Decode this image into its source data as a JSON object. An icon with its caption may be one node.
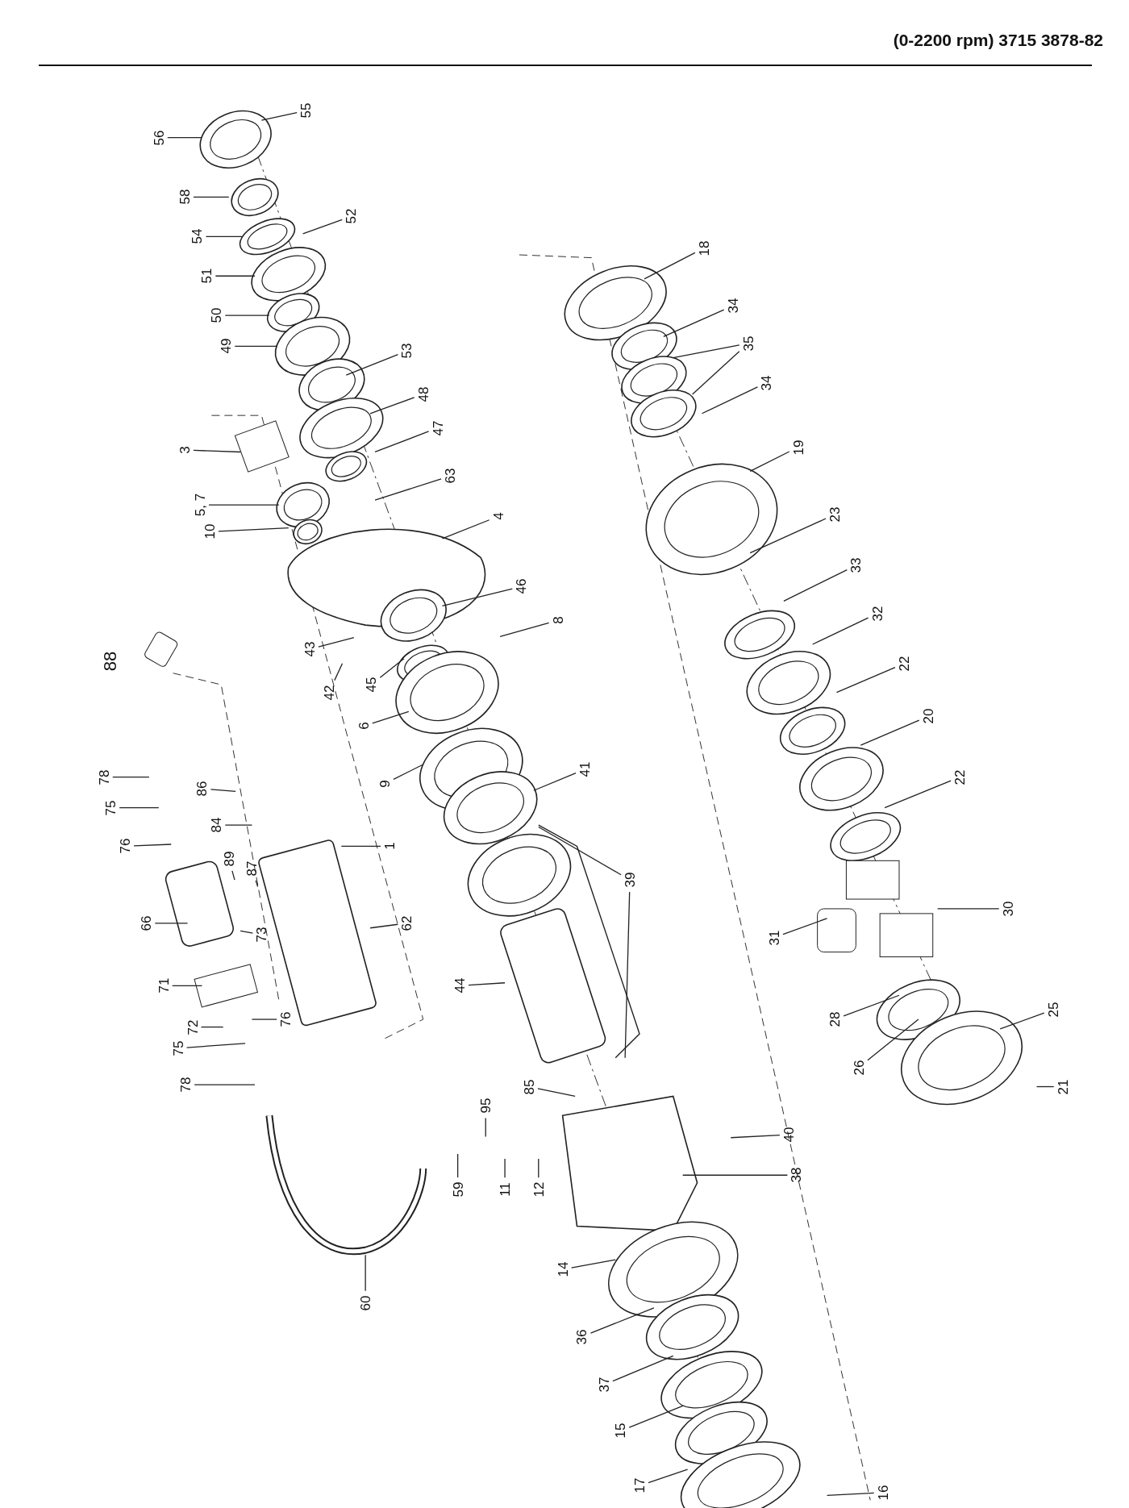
{
  "diagram": {
    "title": "(0-2200 rpm) 3715 3878-82",
    "nodes": [
      {
        "text": [
          "55"
        ]
      },
      {
        "text": [
          "56"
        ]
      },
      {
        "text": [
          "58"
        ]
      },
      {
        "text": [
          "52"
        ]
      },
      {
        "text": [
          "54"
        ]
      },
      {
        "text": [
          "51"
        ]
      },
      {
        "text": [
          "50"
        ]
      },
      {
        "text": [
          "49"
        ]
      },
      {
        "text": [
          "53"
        ]
      },
      {
        "text": [
          "48"
        ]
      },
      {
        "text": [
          "3"
        ]
      },
      {
        "text": [
          "47"
        ]
      },
      {
        "text": [
          "5, 7"
        ]
      },
      {
        "text": [
          "63"
        ]
      },
      {
        "text": [
          "10"
        ]
      },
      {
        "text": [
          "4"
        ]
      },
      {
        "text": [
          "46"
        ]
      },
      {
        "text": [
          "8"
        ]
      },
      {
        "text": [
          "43"
        ]
      },
      {
        "text": [
          "42"
        ]
      },
      {
        "text": [
          "45"
        ]
      },
      {
        "text": [
          "6"
        ]
      },
      {
        "text": [
          "9"
        ]
      },
      {
        "text": [
          "41"
        ]
      },
      {
        "text": [
          "78"
        ]
      },
      {
        "text": [
          "86"
        ]
      },
      {
        "text": [
          "75"
        ]
      },
      {
        "text": [
          "84"
        ]
      },
      {
        "text": [
          "1"
        ]
      },
      {
        "text": [
          "76"
        ]
      },
      {
        "text": [
          "89"
        ]
      },
      {
        "text": [
          "87"
        ]
      },
      {
        "text": [
          "39"
        ]
      },
      {
        "text": [
          "66"
        ]
      },
      {
        "text": [
          "62"
        ]
      },
      {
        "text": [
          "73"
        ]
      },
      {
        "text": [
          "30"
        ]
      },
      {
        "text": [
          "31"
        ]
      },
      {
        "text": [
          "71"
        ]
      },
      {
        "text": [
          "44"
        ]
      },
      {
        "text": [
          "28"
        ]
      },
      {
        "text": [
          "72"
        ]
      },
      {
        "text": [
          "76"
        ]
      },
      {
        "text": [
          "25"
        ]
      },
      {
        "text": [
          "75"
        ]
      },
      {
        "text": [
          "26"
        ]
      },
      {
        "text": [
          "21"
        ]
      },
      {
        "text": [
          "78"
        ]
      },
      {
        "text": [
          "85"
        ]
      },
      {
        "text": [
          "95"
        ]
      },
      {
        "text": [
          "40"
        ]
      },
      {
        "text": [
          "59"
        ]
      },
      {
        "text": [
          "11"
        ]
      },
      {
        "text": [
          "12"
        ]
      },
      {
        "text": [
          "38"
        ]
      },
      {
        "text": [
          "60"
        ]
      },
      {
        "text": [
          "14"
        ]
      },
      {
        "text": [
          "36"
        ]
      },
      {
        "text": [
          "37"
        ]
      },
      {
        "text": [
          "15"
        ]
      },
      {
        "text": [
          "17"
        ]
      },
      {
        "text": [
          "16"
        ]
      },
      {
        "text": [
          "18"
        ]
      },
      {
        "text": [
          "34"
        ]
      },
      {
        "text": [
          "35"
        ]
      },
      {
        "text": [
          "34"
        ]
      },
      {
        "text": [
          "19"
        ]
      },
      {
        "text": [
          "23"
        ]
      },
      {
        "text": [
          "33"
        ]
      },
      {
        "text": [
          "32"
        ]
      },
      {
        "text": [
          "22"
        ]
      },
      {
        "text": [
          "20"
        ]
      },
      {
        "text": [
          "22"
        ]
      }
    ],
    "edges": [
      {
        "from": 0,
        "to": null,
        "arrow": "none"
      },
      {
        "from": 1,
        "to": null,
        "arrow": "none"
      },
      {
        "from": 2,
        "to": null,
        "arrow": "none"
      },
      {
        "from": 3,
        "to": null,
        "arrow": "none"
      },
      {
        "from": 4,
        "to": null,
        "arrow": "none"
      },
      {
        "from": 5,
        "to": null,
        "arrow": "none"
      },
      {
        "from": 6,
        "to": null,
        "arrow": "none"
      },
      {
        "from": 7,
        "to": null,
        "arrow": "none"
      },
      {
        "from": 8,
        "to": null,
        "arrow": "none"
      },
      {
        "from": 9,
        "to": null,
        "arrow": "none"
      },
      {
        "from": 10,
        "to": null,
        "arrow": "none"
      },
      {
        "from": 11,
        "to": null,
        "arrow": "none"
      },
      {
        "from": 12,
        "to": null,
        "arrow": "none"
      },
      {
        "from": 13,
        "to": null,
        "arrow": "none"
      },
      {
        "from": 14,
        "to": null,
        "arrow": "none"
      },
      {
        "from": 15,
        "to": null,
        "arrow": "none"
      },
      {
        "from": 16,
        "to": null,
        "arrow": "none"
      },
      {
        "from": 17,
        "to": null,
        "arrow": "none"
      },
      {
        "from": 18,
        "to": null,
        "arrow": "none"
      },
      {
        "from": 19,
        "to": null,
        "arrow": "none"
      },
      {
        "from": 20,
        "to": null,
        "arrow": "none"
      },
      {
        "from": 21,
        "to": null,
        "arrow": "none"
      },
      {
        "from": 22,
        "to": null,
        "arrow": "none"
      },
      {
        "from": 23,
        "to": null,
        "arrow": "none"
      },
      {
        "from": 24,
        "to": null,
        "arrow": "none"
      },
      {
        "from": 25,
        "to": null,
        "arrow": "none"
      },
      {
        "from": 26,
        "to": null,
        "arrow": "none"
      },
      {
        "from": 27,
        "to": null,
        "arrow": "none"
      },
      {
        "from": 28,
        "to": null,
        "arrow": "none"
      },
      {
        "from": 29,
        "to": null,
        "arrow": "none"
      },
      {
        "from": 30,
        "to": null,
        "arrow": "none"
      },
      {
        "from": 31,
        "to": null,
        "arrow": "none"
      },
      {
        "from": 32,
        "to": null,
        "arrow": "none"
      },
      {
        "from": 32,
        "to": null,
        "arrow": "none"
      },
      {
        "from": 33,
        "to": null,
        "arrow": "none"
      },
      {
        "from": 34,
        "to": null,
        "arrow": "none"
      },
      {
        "from": 35,
        "to": null,
        "arrow": "none"
      },
      {
        "from": 36,
        "to": null,
        "arrow": "none"
      },
      {
        "from": 37,
        "to": null,
        "arrow": "none"
      },
      {
        "from": 38,
        "to": null,
        "arrow": "none"
      },
      {
        "from": 39,
        "to": null,
        "arrow": "none"
      },
      {
        "from": 40,
        "to": null,
        "arrow": "none"
      },
      {
        "from": 41,
        "to": null,
        "arrow": "none"
      },
      {
        "from": 42,
        "to": null,
        "arrow": "none"
      },
      {
        "from": 43,
        "to": null,
        "arrow": "none"
      },
      {
        "from": 44,
        "to": null,
        "arrow": "none"
      },
      {
        "from": 45,
        "to": null,
        "arrow": "none"
      },
      {
        "from": 46,
        "to": null,
        "arrow": "none"
      },
      {
        "from": 47,
        "to": null,
        "arrow": "none"
      },
      {
        "from": 48,
        "to": null,
        "arrow": "none"
      },
      {
        "from": 49,
        "to": null,
        "arrow": "none"
      },
      {
        "from": 50,
        "to": null,
        "arrow": "none"
      },
      {
        "from": 51,
        "to": null,
        "arrow": "none"
      },
      {
        "from": 52,
        "to": null,
        "arrow": "none"
      },
      {
        "from": 53,
        "to": null,
        "arrow": "none"
      },
      {
        "from": 54,
        "to": null,
        "arrow": "none"
      },
      {
        "from": 55,
        "to": null,
        "arrow": "none"
      },
      {
        "from": 56,
        "to": null,
        "arrow": "none"
      },
      {
        "from": 57,
        "to": null,
        "arrow": "none"
      },
      {
        "from": 58,
        "to": null,
        "arrow": "none"
      },
      {
        "from": 59,
        "to": null,
        "arrow": "none"
      },
      {
        "from": 60,
        "to": null,
        "arrow": "none"
      },
      {
        "from": 61,
        "to": null,
        "arrow": "none"
      },
      {
        "from": 62,
        "to": null,
        "arrow": "none"
      },
      {
        "from": 63,
        "to": null,
        "arrow": "none"
      },
      {
        "from": 64,
        "to": null,
        "arrow": "none"
      },
      {
        "from": 64,
        "to": null,
        "arrow": "none"
      },
      {
        "from": 65,
        "to": null,
        "arrow": "none"
      },
      {
        "from": 66,
        "to": null,
        "arrow": "none"
      },
      {
        "from": 67,
        "to": null,
        "arrow": "none"
      },
      {
        "from": 68,
        "to": null,
        "arrow": "none"
      },
      {
        "from": 69,
        "to": null,
        "arrow": "none"
      },
      {
        "from": 70,
        "to": null,
        "arrow": "none"
      },
      {
        "from": 71,
        "to": null,
        "arrow": "none"
      },
      {
        "from": 72,
        "to": null,
        "arrow": "none"
      }
    ],
    "labels": [
      "88"
    ]
  }
}
